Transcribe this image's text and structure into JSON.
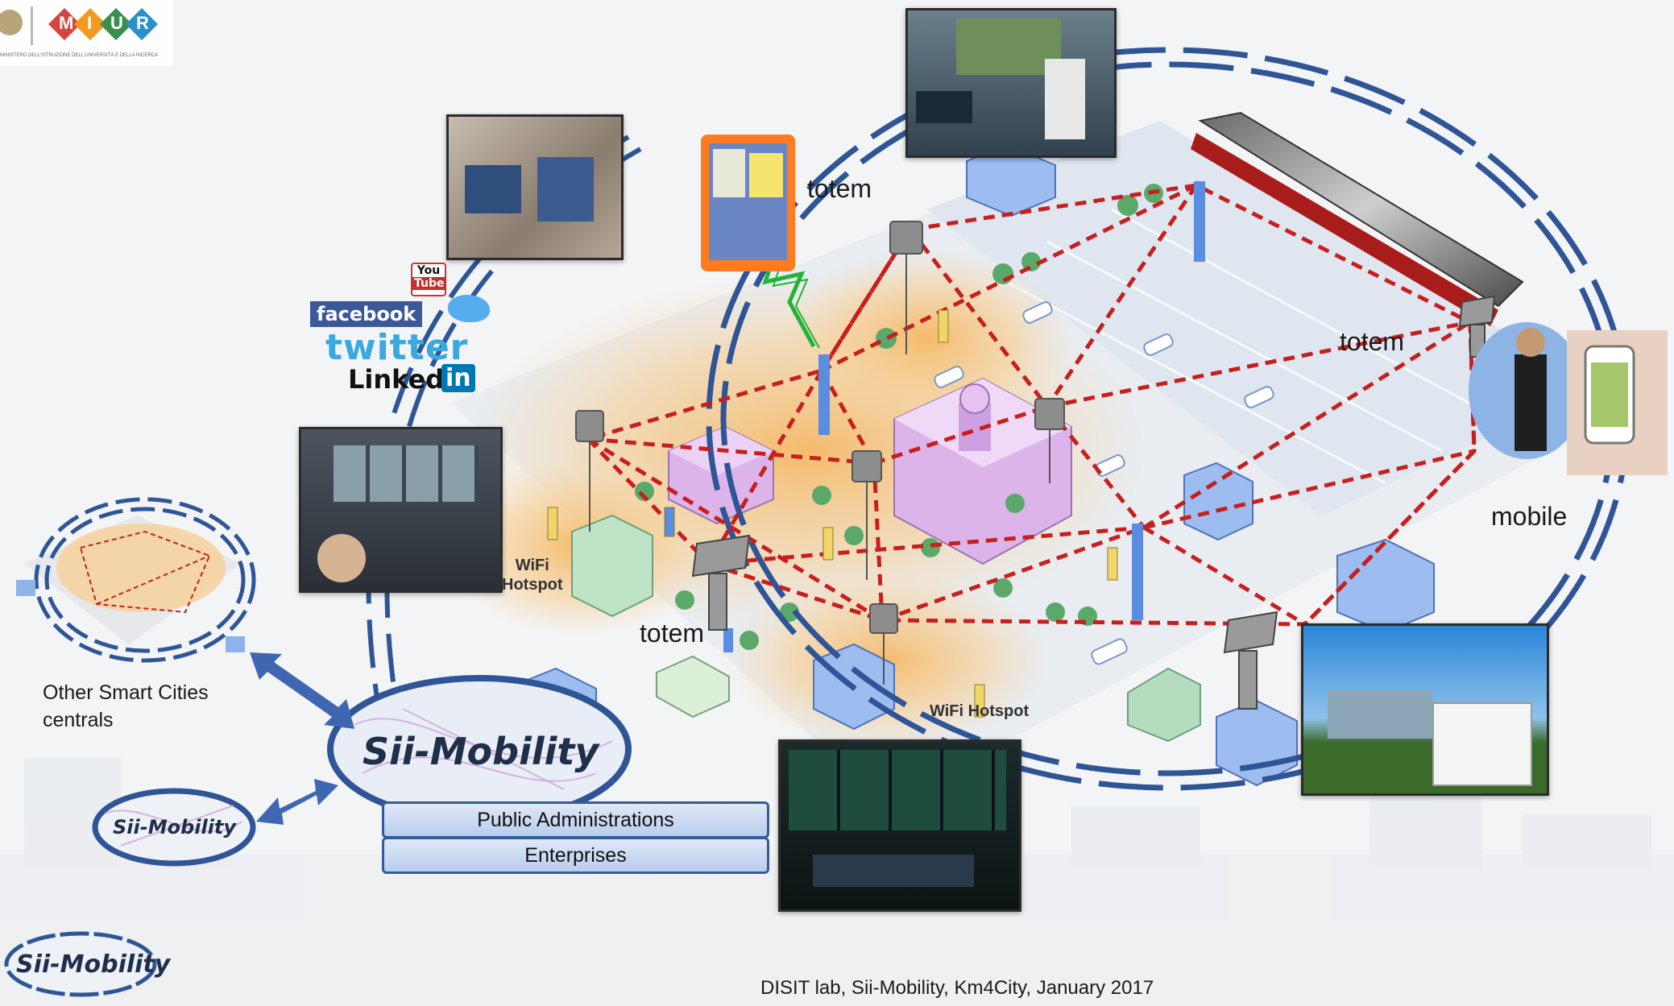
{
  "logo": {
    "ministry_text": "MINISTERO DELL'ISTRUZIONE DELL'UNIVERSITÀ E DELLA RICERCA",
    "miur_letters": [
      "M",
      "I",
      "U",
      "R"
    ]
  },
  "labels": {
    "totem_top": "totem",
    "totem_right": "totem",
    "totem_center": "totem",
    "mobile": "mobile",
    "wifi_left": "WiFi\nHotspot",
    "wifi_bottom": "WiFi Hotspot",
    "other_cities": "Other Smart Cities\ncentrals"
  },
  "brand": {
    "main": "Sii-Mobility",
    "small": "Sii-Mobility",
    "corner": "Sii-Mobility"
  },
  "social": {
    "youtube_top": "You",
    "youtube_bottom": "Tube",
    "facebook": "facebook",
    "twitter": "twitter",
    "linked": "Linked",
    "in": "in"
  },
  "admin_boxes": {
    "public": "Public Administrations",
    "enterprises": "Enterprises"
  },
  "footer": "DISIT lab, Sii-Mobility, Km4City, January 2017",
  "colors": {
    "network_dash": "#c81e1e",
    "ring_blue": "#2f5597",
    "arrow_blue": "#3f66b0",
    "wireless_green": "#21b23a",
    "hotspot_orange": "#f3c27a",
    "building_purple": "#d9a7e6",
    "building_blue": "#8fb2ea"
  }
}
